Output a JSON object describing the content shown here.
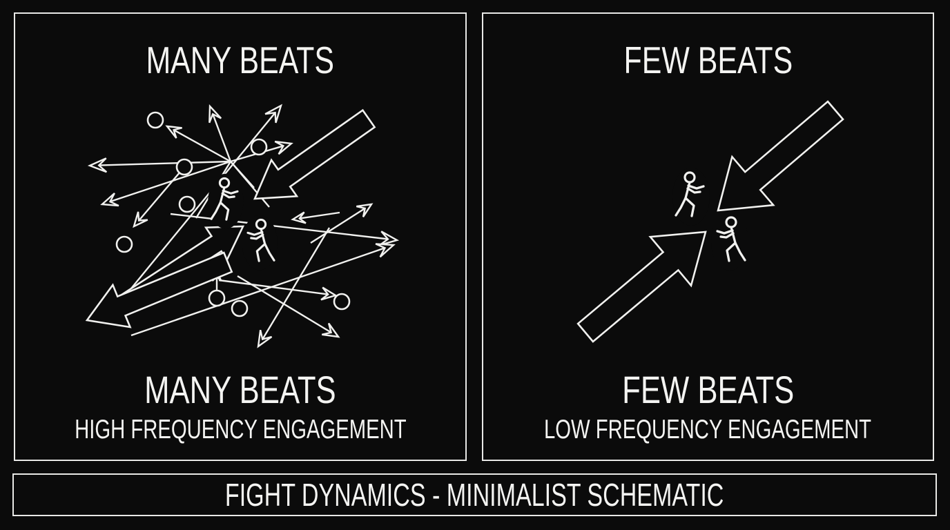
{
  "page": {
    "background": "#0b0b0b",
    "line_color": "#f1f1ef",
    "border_color": "#e9e9e7",
    "text_color": "#f4f4f2"
  },
  "panels": {
    "left": {
      "title": "MANY BEATS",
      "caption_title": "MANY BEATS",
      "caption_subtitle": "HIGH FREQUENCY ENGAGEMENT"
    },
    "right": {
      "title": "FEW BEATS",
      "caption_title": "FEW BEATS",
      "caption_subtitle": "LOW FREQUENCY ENGAGEMENT"
    }
  },
  "footer": {
    "title": "FIGHT DYNAMICS - MINIMALIST SCHEMATIC"
  },
  "icons": {
    "fighter": "stick-figure-icon",
    "beat": "circle-marker-icon",
    "strike": "arrow-icon"
  }
}
